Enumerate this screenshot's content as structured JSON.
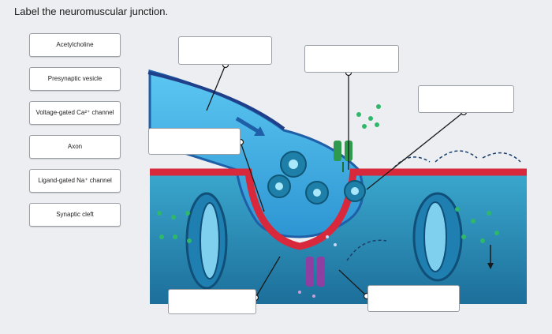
{
  "question": {
    "title": "Label the neuromuscular junction."
  },
  "labels": [
    {
      "text": "Acetylcholine"
    },
    {
      "text": "Presynaptic vesicle"
    },
    {
      "text": "Voltage-gated Ca²⁺ channel"
    },
    {
      "text": "Axon"
    },
    {
      "text": "Ligand-gated Na⁺ channel"
    },
    {
      "text": "Synaptic cleft"
    }
  ],
  "colors": {
    "axon_blue": "#3fb3e6",
    "axon_dark": "#1f5fa8",
    "membrane_red": "#d8283c",
    "muscle_teal": "#2a93b8",
    "vesicle": "#1e7fa8",
    "ca_channel_green": "#2e9a4e",
    "na_channel_purple": "#8e3fa1"
  }
}
